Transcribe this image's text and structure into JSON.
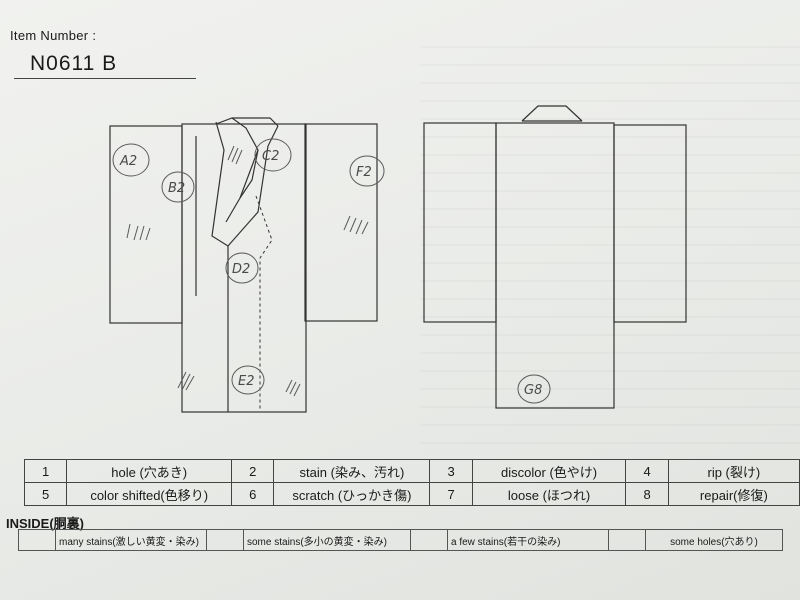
{
  "header": {
    "item_number_label": "Item Number :",
    "item_number": "N0611  B"
  },
  "front_markers": [
    {
      "id": "A2",
      "label": "A2"
    },
    {
      "id": "B2",
      "label": "B2"
    },
    {
      "id": "C2",
      "label": "C2"
    },
    {
      "id": "D2",
      "label": "D2"
    },
    {
      "id": "E2",
      "label": "E2"
    },
    {
      "id": "F2",
      "label": "F2"
    }
  ],
  "back_markers": [
    {
      "id": "G8",
      "label": "G8"
    }
  ],
  "legend": [
    {
      "num": "1",
      "label": "hole (穴あき)"
    },
    {
      "num": "2",
      "label": "stain (染み、汚れ)"
    },
    {
      "num": "3",
      "label": "discolor (色やけ)"
    },
    {
      "num": "4",
      "label": "rip (裂け)"
    },
    {
      "num": "5",
      "label": "color shifted(色移り)"
    },
    {
      "num": "6",
      "label": "scratch (ひっかき傷)"
    },
    {
      "num": "7",
      "label": "loose (ほつれ)"
    },
    {
      "num": "8",
      "label": "repair(修復)"
    }
  ],
  "inside": {
    "label": "INSIDE(胴裏)",
    "options": [
      "many stains(激しい黄変・染み)",
      "some stains(多小の黄変・染み)",
      "a few stains(若干の染み)",
      "some holes(穴あり)"
    ]
  },
  "colors": {
    "ink": "#333333",
    "pencil": "#5a5a5a"
  }
}
